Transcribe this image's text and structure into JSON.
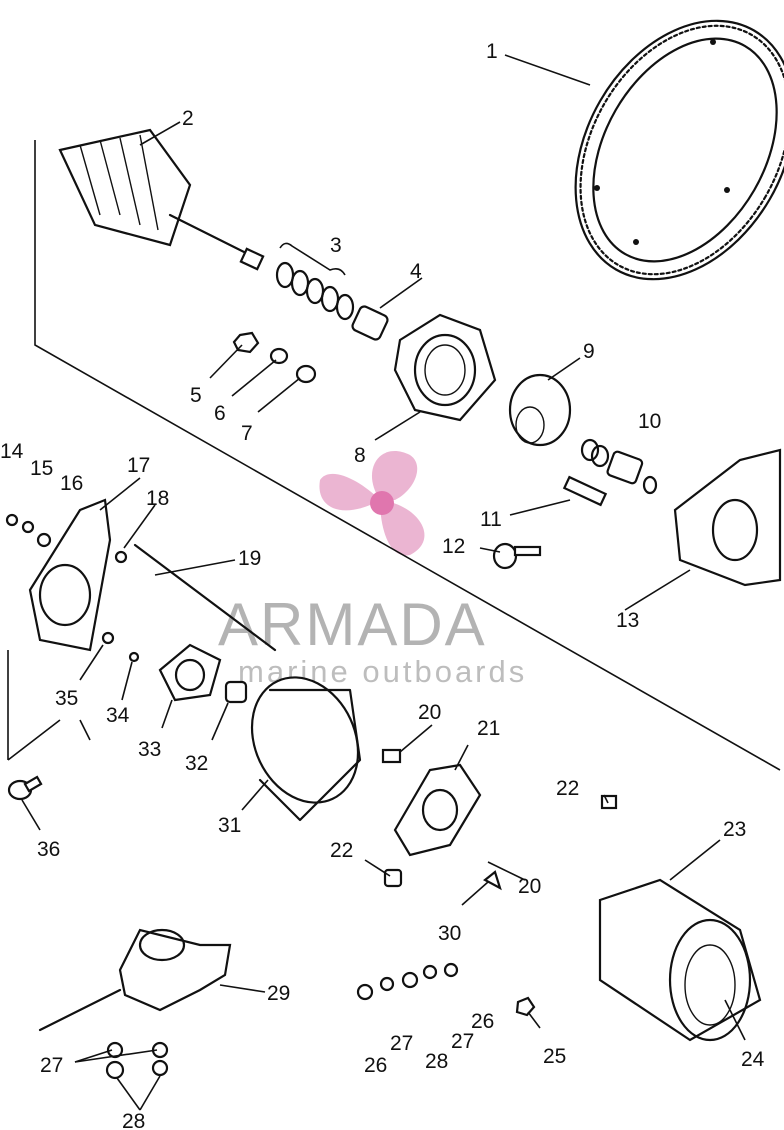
{
  "callouts": [
    "1",
    "2",
    "3",
    "4",
    "5",
    "6",
    "7",
    "8",
    "9",
    "10",
    "11",
    "12",
    "13",
    "14",
    "15",
    "16",
    "17",
    "18",
    "19",
    "20",
    "20",
    "21",
    "22",
    "22",
    "23",
    "24",
    "25",
    "26",
    "26",
    "27",
    "27",
    "27",
    "28",
    "28",
    "29",
    "30",
    "31",
    "32",
    "33",
    "34",
    "35",
    "36"
  ],
  "watermark": {
    "brand": "ARMADA",
    "tagline": "marine outboards",
    "brand_color": "#9a9a9a",
    "logo_color": "#e7a3c8"
  }
}
